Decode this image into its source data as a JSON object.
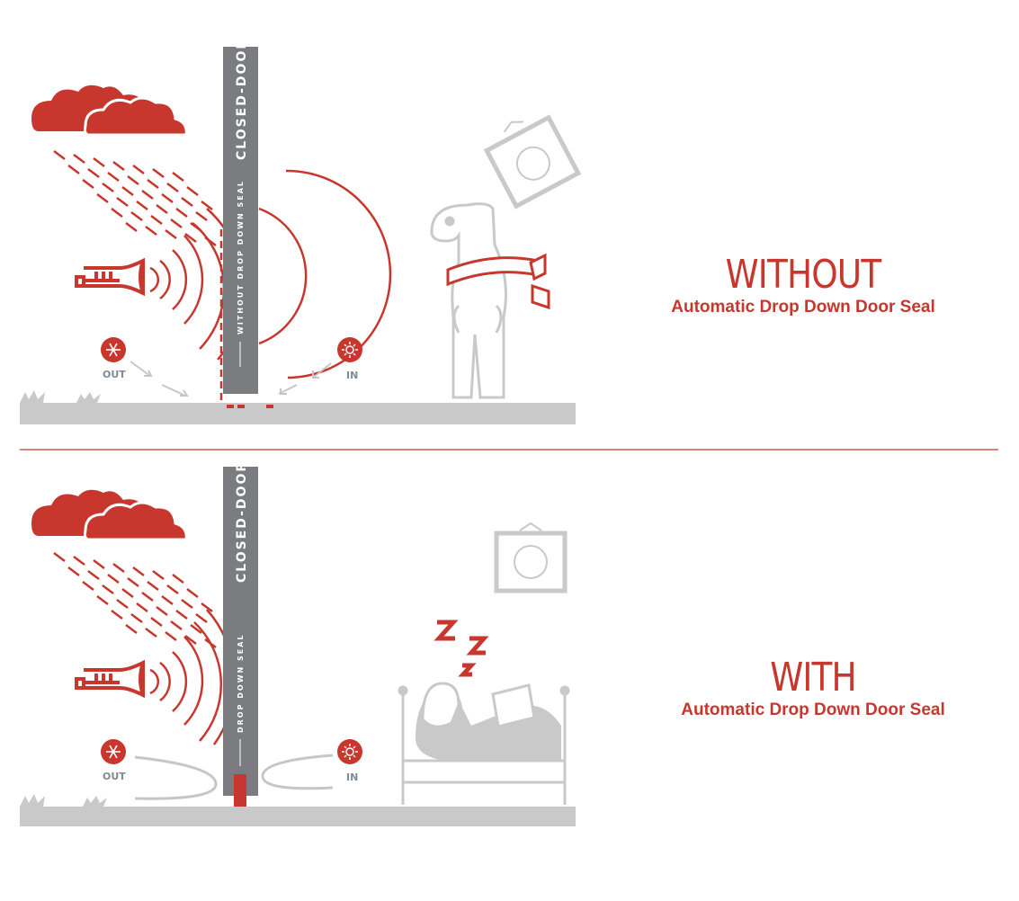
{
  "panels": [
    {
      "door_label": "CLOSED-DOOR",
      "seal_label": "WITHOUT DROP DOWN SEAL",
      "out_label": "OUT",
      "in_label": "IN",
      "heading": "WITHOUT",
      "subheading": "Automatic Drop Down Door Seal"
    },
    {
      "door_label": "CLOSED-DOOR",
      "seal_label": "DROP DOWN SEAL",
      "out_label": "OUT",
      "in_label": "IN",
      "heading": "WITH",
      "subheading": "Automatic Drop Down Door Seal"
    }
  ],
  "colors": {
    "accent": "#c8372d",
    "door": "#7b7c80",
    "ground": "#c9c9c9",
    "line": "#c6c6c6"
  }
}
